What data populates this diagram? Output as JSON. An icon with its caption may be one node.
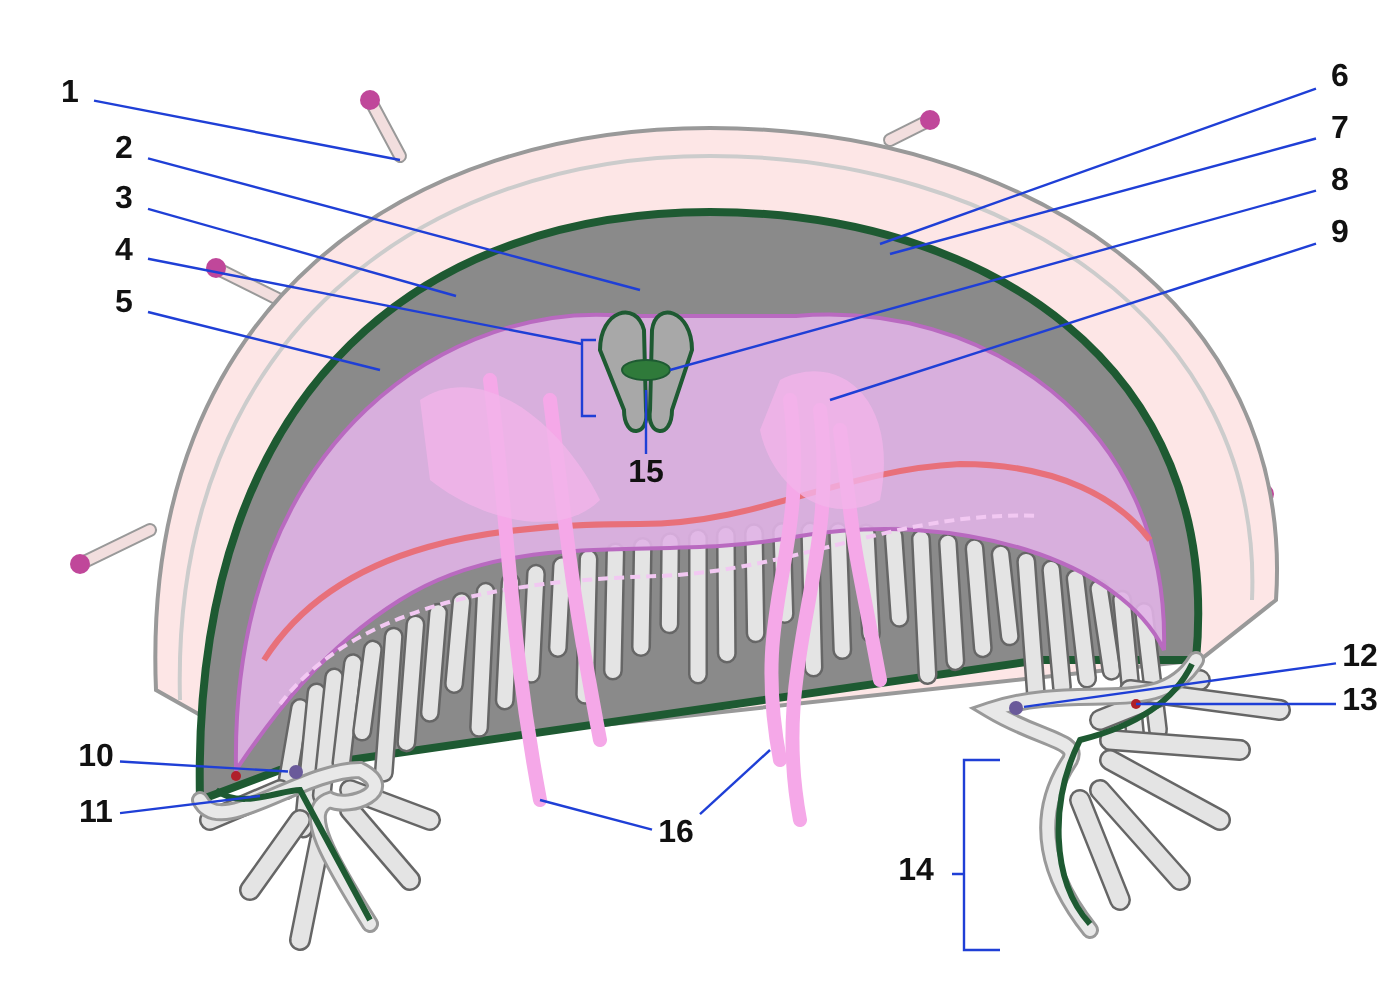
{
  "diagram": {
    "nodes": [
      {
        "text": [
          "1"
        ]
      },
      {
        "text": [
          "2"
        ]
      },
      {
        "text": [
          "3"
        ]
      },
      {
        "text": [
          "4"
        ]
      },
      {
        "text": [
          "5"
        ]
      },
      {
        "text": [
          "6"
        ]
      },
      {
        "text": [
          "7"
        ]
      },
      {
        "text": [
          "8"
        ]
      },
      {
        "text": [
          "9"
        ]
      },
      {
        "text": [
          "10"
        ]
      },
      {
        "text": [
          "11"
        ]
      },
      {
        "text": [
          "12"
        ]
      },
      {
        "text": [
          "13"
        ]
      },
      {
        "text": [
          "14"
        ]
      },
      {
        "text": [
          "15"
        ]
      },
      {
        "text": [
          "16"
        ]
      },
      {
        "text": [],
        "shape": "circle"
      },
      {
        "text": [],
        "shape": "circle"
      }
    ],
    "edges": [
      {
        "from": 0,
        "to": null,
        "arrow": "none"
      },
      {
        "from": 1,
        "to": null,
        "arrow": "none"
      },
      {
        "from": 2,
        "to": null,
        "arrow": "none"
      },
      {
        "from": 3,
        "to": null,
        "arrow": "none"
      },
      {
        "from": 4,
        "to": null,
        "arrow": "none"
      },
      {
        "from": 5,
        "to": null,
        "arrow": "none"
      },
      {
        "from": 6,
        "to": null,
        "arrow": "none"
      },
      {
        "from": 7,
        "to": null,
        "arrow": "none"
      },
      {
        "from": 8,
        "to": null,
        "arrow": "none"
      },
      {
        "from": 9,
        "to": 16,
        "arrow": "none"
      },
      {
        "from": 10,
        "to": null,
        "arrow": "none"
      },
      {
        "from": 11,
        "to": 17,
        "arrow": "none"
      },
      {
        "from": 12,
        "to": null,
        "arrow": "none"
      },
      {
        "from": 14,
        "to": null,
        "arrow": "none"
      },
      {
        "from": 15,
        "to": null,
        "arrow": "none"
      },
      {
        "from": 15,
        "to": null,
        "arrow": "none"
      }
    ]
  }
}
